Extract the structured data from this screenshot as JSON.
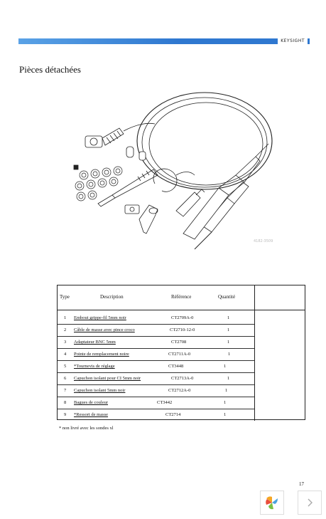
{
  "header": {
    "label": "KEYSIGHT"
  },
  "section": {
    "title": "Pièces détachées"
  },
  "figure": {
    "code": "4182-3509"
  },
  "table": {
    "headers": {
      "type": "Type",
      "description": "Description",
      "reference": "Référence",
      "quantity": "Quantité"
    },
    "rows": [
      {
        "num": "1",
        "desc": "Embout grippe-fil 5mm noir",
        "ref": "CT2709A-0",
        "qty": "1"
      },
      {
        "num": "2",
        "desc": "Câble de masse avec pince croco",
        "ref": "CT2710-12-0",
        "qty": "1"
      },
      {
        "num": "3",
        "desc": "Adaptateur BNC 5mm",
        "ref": "CT2708",
        "qty": "1"
      },
      {
        "num": "4",
        "desc": "Pointe de remplacement noire",
        "ref": "CT2711A-0",
        "qty": "1"
      },
      {
        "num": "5",
        "desc": "*Tournevis de réglage",
        "ref": "CT3448",
        "qty": "1"
      },
      {
        "num": "6",
        "desc": "Capuchon isolant pour CI 5mm noir",
        "ref": "CT2713A-0",
        "qty": "1"
      },
      {
        "num": "7",
        "desc": "Capuchon isolant 5mm noir",
        "ref": "CT2712A-0",
        "qty": "1"
      },
      {
        "num": "8",
        "desc": "Bagues de couleur",
        "ref": "CT3442",
        "qty": "1"
      },
      {
        "num": "9",
        "desc": "*Ressort de masse",
        "ref": "CT2714",
        "qty": "1"
      }
    ]
  },
  "footnote": "* non livré avec les sondes xl",
  "page": {
    "number": "17"
  },
  "colors": {
    "header_bar": "#3a84d8"
  }
}
